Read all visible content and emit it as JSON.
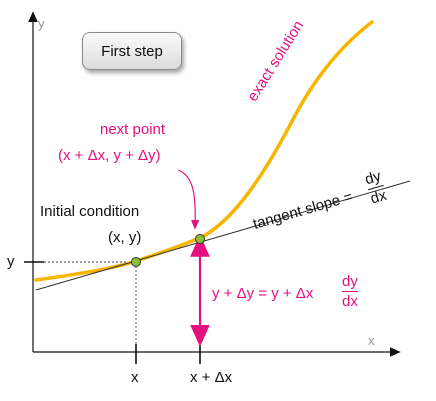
{
  "button": {
    "label": "First step"
  },
  "axes": {
    "x_label": "x",
    "y_label": "y"
  },
  "ticks": {
    "y": "y",
    "x": "x",
    "x_plus_dx": "x + Δx"
  },
  "labels": {
    "initial_condition": "Initial condition",
    "initial_point": "(x, y)",
    "next_point_title": "next point",
    "next_point_coords": "(x + Δx, y + Δy)",
    "exact_solution": "exact solution",
    "tangent_slope_prefix": "tangent slope =",
    "frac_num": "dy",
    "frac_den": "dx",
    "update_lhs": "y + Δy  =  y + Δx"
  },
  "colors": {
    "curve": "#f7b500",
    "accent": "#e4107f",
    "point_fill": "#8cbf3a",
    "axis": "#111111"
  }
}
